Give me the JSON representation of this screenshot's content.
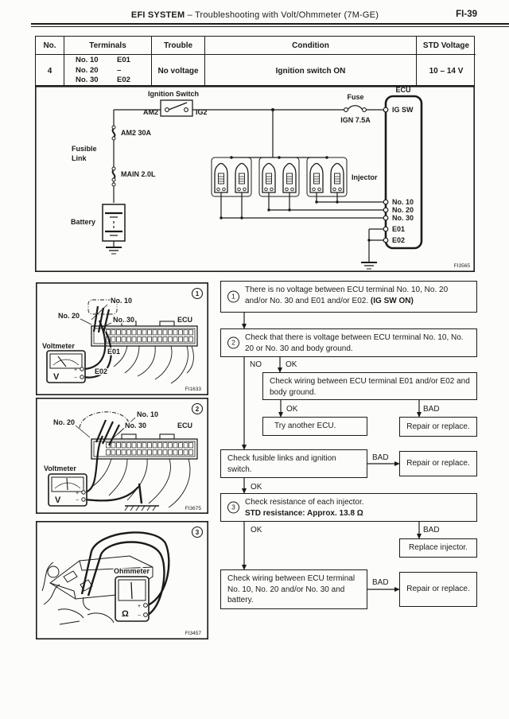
{
  "colors": {
    "ink": "#1b1b1b",
    "paper": "#fcfcfa"
  },
  "page": {
    "title_bold": "EFI SYSTEM",
    "title_rest": "–  Troubleshooting with Volt/Ohmmeter (7M-GE)",
    "page_number": "FI-39"
  },
  "table": {
    "headers": [
      "No.",
      "Terminals",
      "Trouble",
      "Condition",
      "STD Voltage"
    ],
    "row": {
      "no": "4",
      "terminal_lines": [
        {
          "l": "No. 10",
          "r": "E01"
        },
        {
          "l": "No. 20",
          "r": "–"
        },
        {
          "l": "No. 30",
          "r": "E02"
        }
      ],
      "trouble": "No voltage",
      "condition": "Ignition switch ON",
      "std_voltage": "10 – 14 V"
    }
  },
  "circuit": {
    "ignition_switch": "Ignition Switch",
    "am2": "AM2",
    "ig2": "IG2",
    "fuse": "Fuse",
    "fuse_rating": "IGN 7.5A",
    "ecu": "ECU",
    "ig_sw": "IG SW",
    "fusible": "Fusible",
    "link": "Link",
    "am2_30a": "AM2 30A",
    "main_20l": "MAIN 2.0L",
    "battery": "Battery",
    "injector": "Injector",
    "no10": "No. 10",
    "no20": "No. 20",
    "no30": "No. 30",
    "e01": "E01",
    "e02": "E02",
    "fig_code": "FI3565"
  },
  "figures": [
    {
      "number": "1",
      "no10": "No. 10",
      "no20": "No. 20",
      "no30": "No. 30",
      "ecu": "ECU",
      "meter_label": "Voltmeter",
      "meter_symbol": "V",
      "e01": "E01",
      "e02": "E02",
      "plus": "+",
      "minus": "−",
      "code": "FI1633"
    },
    {
      "number": "2",
      "no10": "No. 10",
      "no20": "No. 20",
      "no30": "No. 30",
      "ecu": "ECU",
      "meter_label": "Voltmeter",
      "meter_symbol": "V",
      "plus": "+",
      "minus": "−",
      "code": "FI3675"
    },
    {
      "number": "3",
      "meter_label": "Ohmmeter",
      "meter_symbol": "Ω",
      "plus": "+",
      "minus": "−",
      "code": "FI3457"
    }
  ],
  "flowchart": {
    "labels": {
      "no": "NO",
      "ok": "OK",
      "bad": "BAD"
    },
    "step1": {
      "number": "1",
      "text": "There is no voltage between ECU terminal No. 10, No. 20 and/or No. 30 and E01 and/or E02.",
      "bold": "(IG SW ON)"
    },
    "step2": {
      "number": "2",
      "text": "Check that there is voltage between ECU terminal No. 10, No. 20 or No. 30 and body ground."
    },
    "check_wiring_e01": "Check wiring between ECU terminal E01 and/or E02 and body ground.",
    "try_ecu": "Try another ECU.",
    "repair1": "Repair or replace.",
    "check_fusible": "Check fusible links and ignition switch.",
    "repair2": "Repair or replace.",
    "step3": {
      "number": "3",
      "text": "Check resistance of each injector.",
      "bold": "STD resistance:  Approx. 13.8 Ω"
    },
    "replace_injector": "Replace injector.",
    "check_wiring_battery": "Check wiring between ECU terminal No. 10, No. 20 and/or No. 30 and battery.",
    "repair3": "Repair or replace."
  }
}
